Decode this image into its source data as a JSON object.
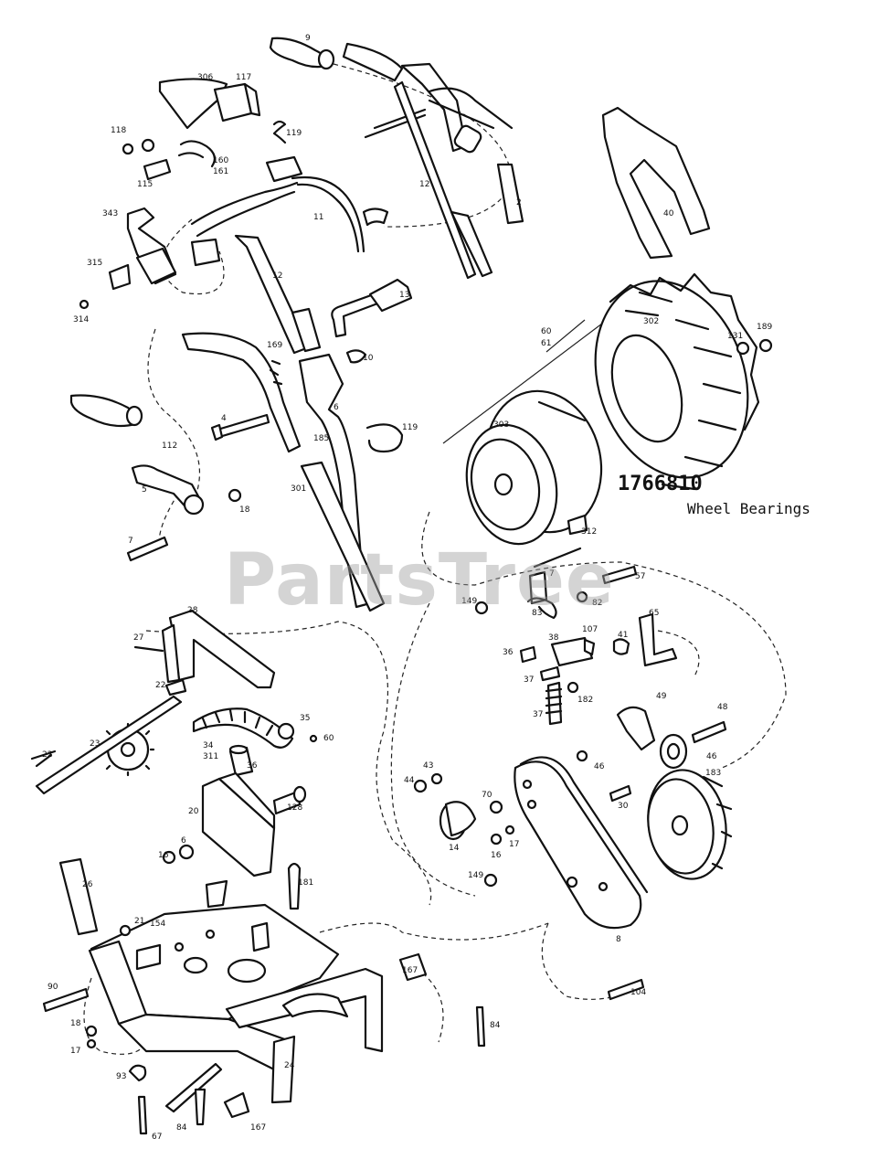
{
  "diagram": {
    "watermark": "PartsTree",
    "kit_number": "1766810",
    "kit_description": "Wheel Bearings",
    "callouts": [
      "9",
      "306",
      "117",
      "118",
      "160",
      "161",
      "115",
      "119",
      "11",
      "12",
      "2",
      "40",
      "343",
      "315",
      "314",
      "12",
      "13",
      "169",
      "10",
      "6",
      "4",
      "185",
      "119",
      "112",
      "5",
      "18",
      "7",
      "301",
      "60",
      "61",
      "302",
      "131",
      "189",
      "303",
      "312",
      "28",
      "27",
      "22",
      "23",
      "22",
      "34",
      "311",
      "35",
      "60",
      "36",
      "20",
      "128",
      "16",
      "6",
      "181",
      "26",
      "21",
      "154",
      "90",
      "18",
      "17",
      "93",
      "84",
      "67",
      "167",
      "84",
      "167",
      "24",
      "7",
      "57",
      "149",
      "83",
      "82",
      "65",
      "38",
      "107",
      "41",
      "36",
      "37",
      "182",
      "37",
      "49",
      "48",
      "46",
      "46",
      "183",
      "44",
      "43",
      "70",
      "14",
      "16",
      "17",
      "30",
      "149",
      "8",
      "104"
    ]
  }
}
